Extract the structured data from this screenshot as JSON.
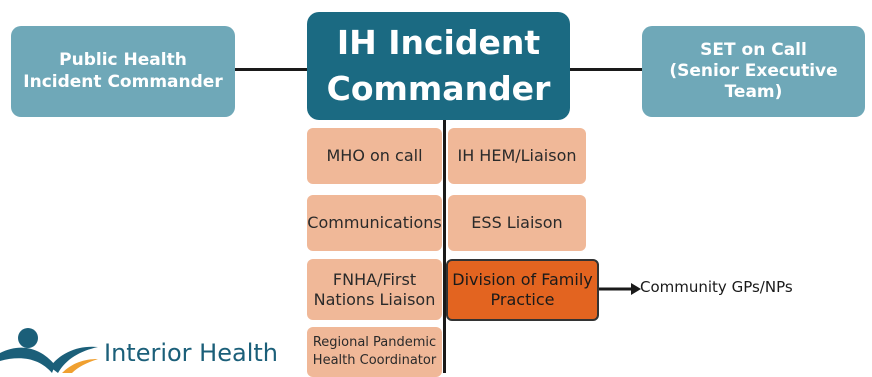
{
  "diagram": {
    "left_box": "Public Health\nIncident Commander",
    "center_box": "IH Incident\nCommander",
    "right_box": "SET on Call\n(Senior Executive\nTeam)",
    "roles_left": [
      "MHO on call",
      "Communications",
      "FNHA/First\nNations Liaison",
      "Regional Pandemic\nHealth Coordinator"
    ],
    "roles_right": [
      "IH HEM/Liaison",
      "ESS Liaison",
      "Division of Family\nPractice"
    ],
    "external_label": "Community GPs/NPs"
  },
  "logo": {
    "text": "Interior Health"
  },
  "colors": {
    "commander": "#1b6a82",
    "side_boxes": "#6fa8b8",
    "roles": "#f0b898",
    "highlight": "#e36420",
    "logo_blue": "#1b5f79",
    "logo_orange": "#f0a030"
  }
}
